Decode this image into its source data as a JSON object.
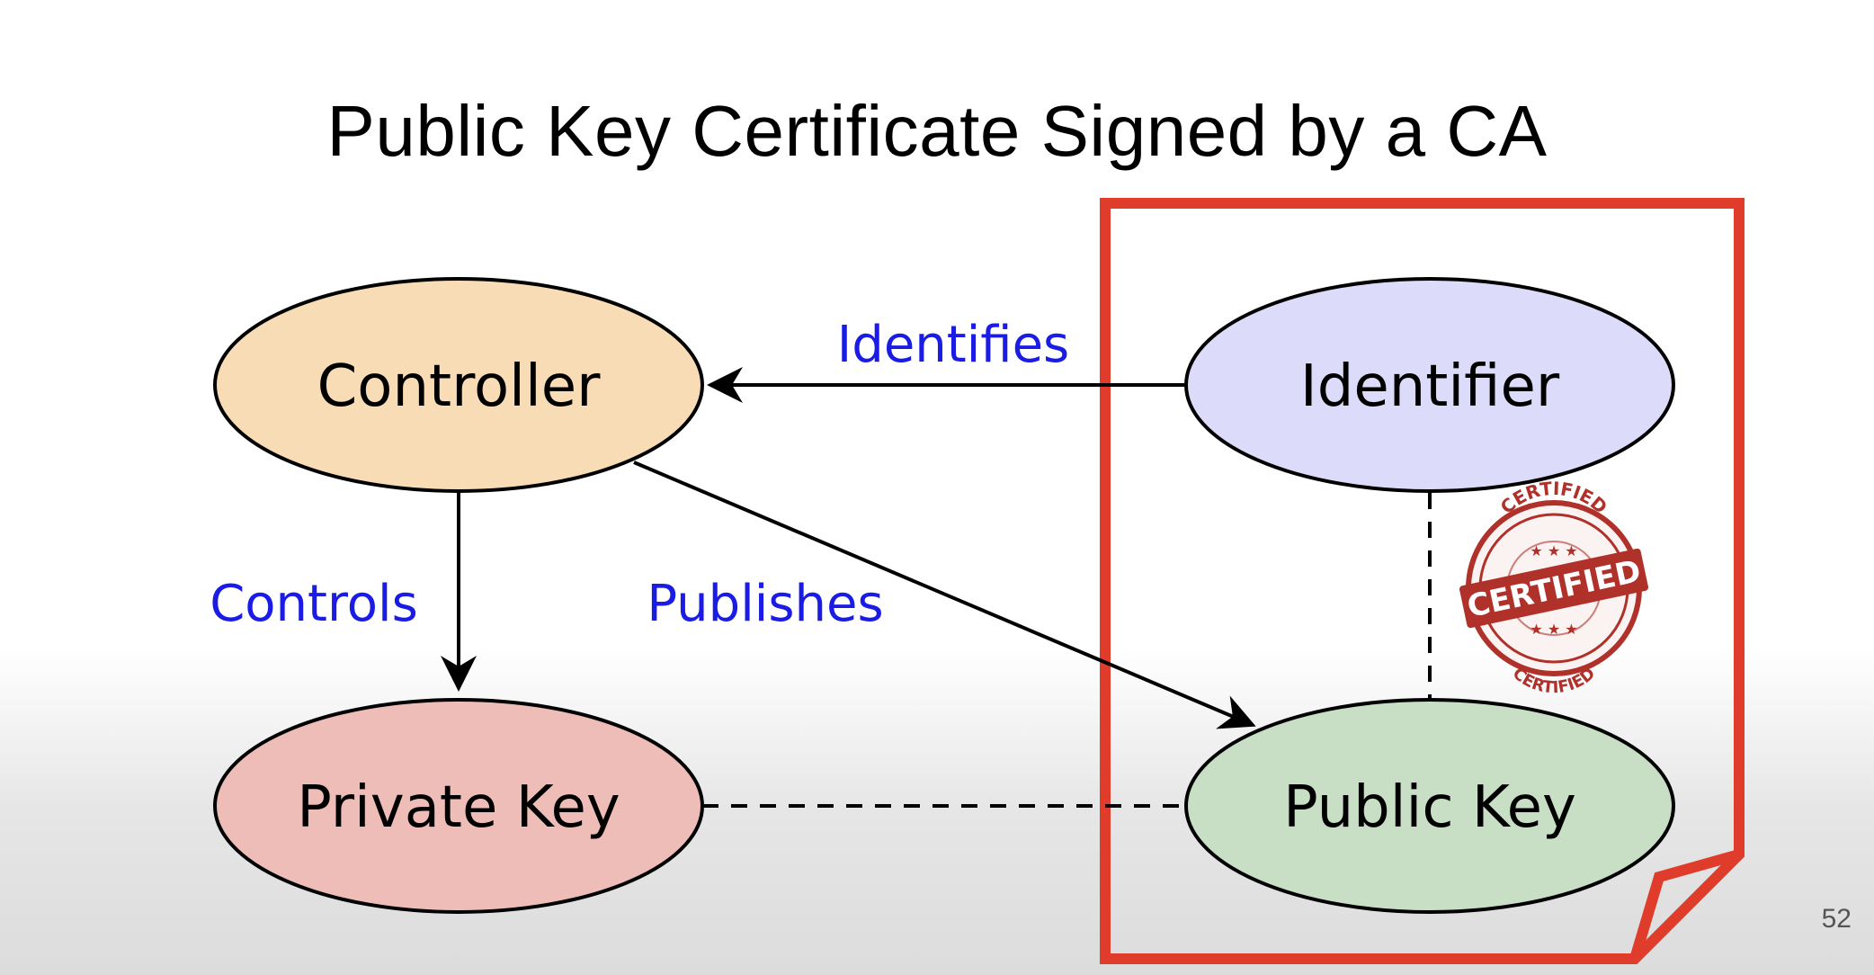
{
  "slide": {
    "title": "Public Key Certificate Signed by a CA",
    "page_number": "52"
  },
  "nodes": {
    "controller": {
      "label": "Controller",
      "fill": "#f8dcb5"
    },
    "identifier": {
      "label": "Identifier",
      "fill": "#dcdcfa"
    },
    "private_key": {
      "label": "Private Key",
      "fill": "#efbdb8"
    },
    "public_key": {
      "label": "Public Key",
      "fill": "#c8dfc6"
    }
  },
  "edges": {
    "identifies": {
      "label": "Identifies",
      "style": "solid-arrow"
    },
    "controls": {
      "label": "Controls",
      "style": "solid-arrow"
    },
    "publishes": {
      "label": "Publishes",
      "style": "solid-arrow"
    },
    "identifier_public_key": {
      "style": "dashed"
    },
    "private_public_key": {
      "style": "dashed"
    }
  },
  "stamp": {
    "main_text": "CERTIFIED",
    "ring_text": "CERTIFIED",
    "color": "#b0302a"
  },
  "colors": {
    "edge_label": "#1b1be6",
    "certificate_border": "#e03c2c",
    "stroke": "#000000"
  }
}
